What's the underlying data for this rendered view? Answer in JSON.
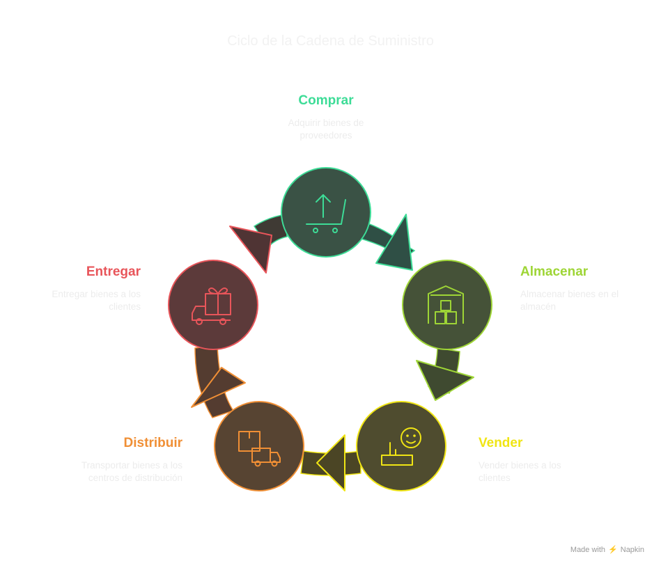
{
  "title": "Ciclo de la Cadena de Suministro",
  "steps": [
    {
      "title": "Comprar",
      "desc_line1": "Adquirir bienes de",
      "desc_line2": "proveedores",
      "color": "#3ddc97",
      "fill": "#3a5245"
    },
    {
      "title": "Almacenar",
      "desc_line1": "Almacenar bienes en el",
      "desc_line2": "almacén",
      "color": "#9ed536",
      "fill": "#455238"
    },
    {
      "title": "Vender",
      "desc_line1": "Vender bienes a los",
      "desc_line2": "clientes",
      "color": "#f0e514",
      "fill": "#4f4c2f"
    },
    {
      "title": "Distribuir",
      "desc_line1": "Transportar bienes a los",
      "desc_line2": "centros de distribución",
      "color": "#f08f35",
      "fill": "#574432"
    },
    {
      "title": "Entregar",
      "desc_line1": "Entregar bienes a los",
      "desc_line2": "clientes",
      "color": "#e8555a",
      "fill": "#5c3a3a"
    }
  ],
  "footer": {
    "made_with": "Made with",
    "brand": "Napkin"
  }
}
